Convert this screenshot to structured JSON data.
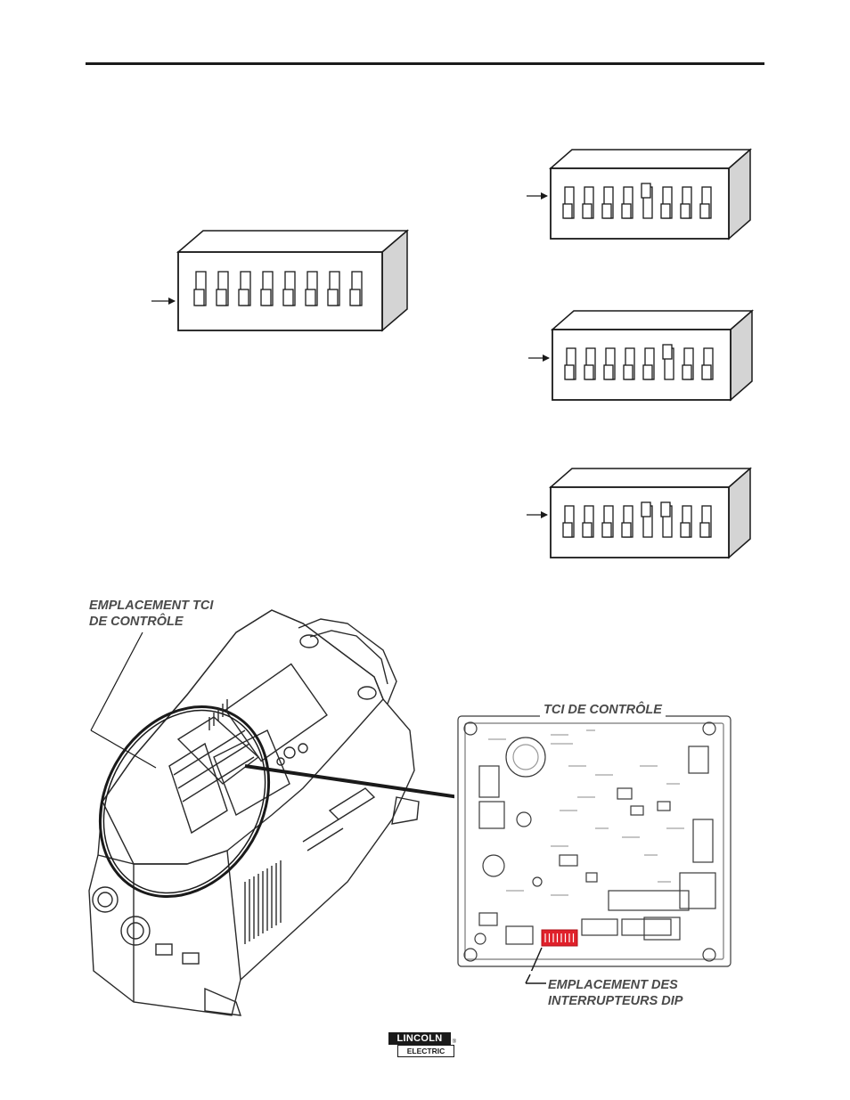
{
  "labels": {
    "control_pc_board_location_line1": "EMPLACEMENT TCI",
    "control_pc_board_location_line2": "DE CONTRÔLE",
    "control_pc_board": "TCI DE CONTRÔLE",
    "dip_switch_location_line1": "EMPLACEMENT DES",
    "dip_switch_location_line2": "INTERRUPTEURS DIP"
  },
  "logo": {
    "top_word": "LINCOLN",
    "bottom_word": "ELECTRIC",
    "registered_mark": "®"
  },
  "dip_switches": [
    {
      "id": "main",
      "positions": [
        0,
        0,
        0,
        0,
        0,
        0,
        0,
        0
      ]
    },
    {
      "id": "right-1",
      "positions": [
        0,
        0,
        0,
        0,
        1,
        0,
        0,
        0
      ]
    },
    {
      "id": "right-2",
      "positions": [
        0,
        0,
        0,
        0,
        0,
        1,
        0,
        0
      ]
    },
    {
      "id": "right-3",
      "positions": [
        0,
        0,
        0,
        0,
        1,
        1,
        0,
        0
      ]
    }
  ],
  "colors": {
    "dip_highlight": "#e0202a",
    "line": "#1a1a1a",
    "label_text": "#4a4a4a"
  }
}
